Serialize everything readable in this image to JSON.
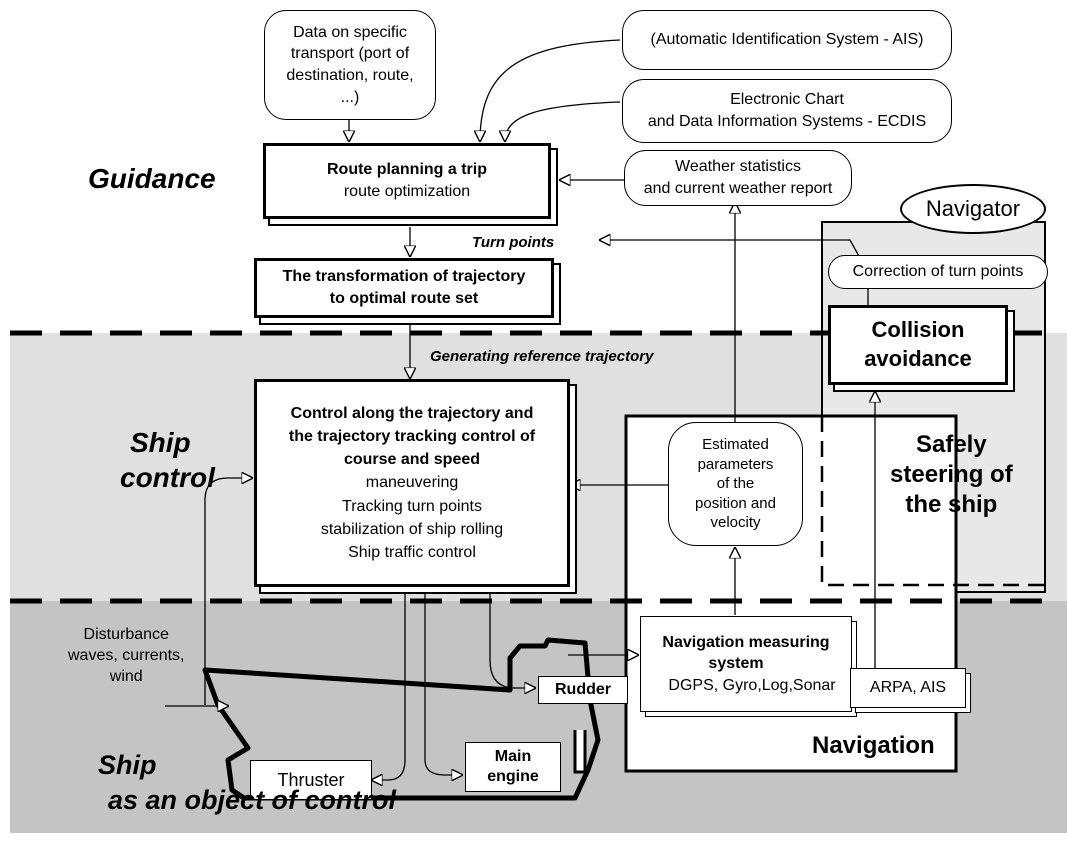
{
  "diagram": {
    "data_box": [
      "Data on specific",
      "transport (port of",
      "destination, route,",
      "...)"
    ],
    "ais_box": "(Automatic Identification System - AIS)",
    "ecdis_box": [
      "Electronic Chart",
      "and Data Information Systems - ECDIS"
    ],
    "weather_box": [
      "Weather statistics",
      "and current weather report"
    ],
    "navigator_label": "Navigator",
    "route_planning": {
      "title": "Route planning a trip",
      "subtitle": "route optimization"
    },
    "guidance_label": "Guidance",
    "turn_points_label": "Turn points",
    "correction_box": "Correction of turn points",
    "transformation_box": [
      "The transformation of trajectory",
      "to optimal route set"
    ],
    "collision_box": [
      "Collision",
      "avoidance"
    ],
    "generating_label": "Generating reference trajectory",
    "control_box": {
      "bold_lines": [
        "Control along the trajectory and",
        "the trajectory tracking control of",
        "course and speed"
      ],
      "lines": [
        "maneuvering",
        "Tracking turn points",
        "stabilization of ship rolling",
        "Ship traffic control"
      ]
    },
    "ship_control_label": [
      "Ship",
      "control"
    ],
    "estimated_box": [
      "Estimated",
      "parameters",
      "of the",
      "position and",
      "velocity"
    ],
    "safely_label": [
      "Safely",
      "steering of",
      "the ship"
    ],
    "disturbance_label": [
      "Disturbance",
      "waves, currents,",
      "wind"
    ],
    "nav_measuring": {
      "bold_lines": [
        "Navigation measuring",
        "system"
      ],
      "line": "DGPS, Gyro,Log,Sonar"
    },
    "arpa_box": "ARPA, AIS",
    "rudder_box": "Rudder",
    "thruster_box": "Thruster",
    "main_engine_box": [
      "Main",
      "engine"
    ],
    "navigation_label": "Navigation",
    "ship_object_label": [
      "Ship",
      "as an object of control"
    ]
  },
  "colors": {
    "ship_control_band": "#e0e0e0",
    "ship_object_band": "#c4c4c4",
    "lines": "#000000",
    "boxes": "#ffffff"
  }
}
